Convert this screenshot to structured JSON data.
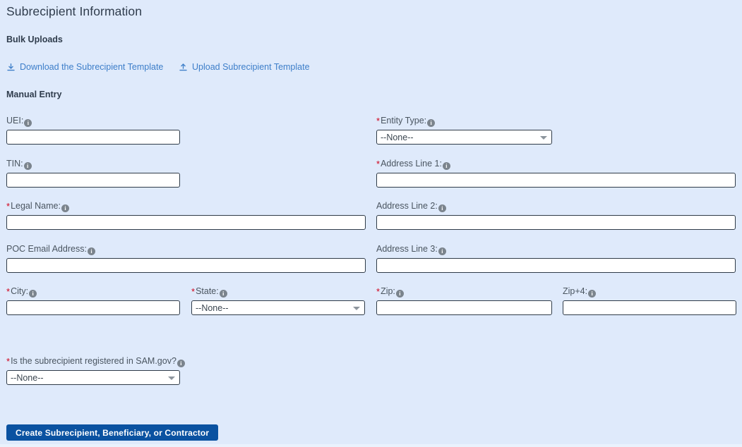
{
  "page": {
    "title": "Subrecipient Information",
    "background_color": "#dfeafb",
    "accent_color": "#0a52a1",
    "link_color": "#3d7ec9",
    "required_marker_color": "#d0021b"
  },
  "sections": {
    "bulk_uploads_label": "Bulk Uploads",
    "manual_entry_label": "Manual Entry"
  },
  "bulk_links": {
    "download": {
      "label": "Download the Subrecipient Template",
      "icon": "download-icon"
    },
    "upload": {
      "label": "Upload Subrecipient Template",
      "icon": "upload-icon"
    }
  },
  "fields": {
    "uei": {
      "label": "UEI:",
      "required": false,
      "value": "",
      "placeholder": "",
      "type": "text"
    },
    "tin": {
      "label": "TIN:",
      "required": false,
      "value": "",
      "placeholder": "",
      "type": "text"
    },
    "legal_name": {
      "label": "Legal Name:",
      "required": true,
      "value": "",
      "placeholder": "",
      "type": "text"
    },
    "poc_email": {
      "label": "POC Email Address:",
      "required": false,
      "value": "",
      "placeholder": "",
      "type": "text"
    },
    "entity_type": {
      "label": "Entity Type:",
      "required": true,
      "value": "--None--",
      "type": "select"
    },
    "address_line_1": {
      "label": "Address Line 1:",
      "required": true,
      "value": "",
      "placeholder": "",
      "type": "text"
    },
    "address_line_2": {
      "label": "Address Line 2:",
      "required": false,
      "value": "",
      "placeholder": "",
      "type": "text"
    },
    "address_line_3": {
      "label": "Address Line 3:",
      "required": false,
      "value": "",
      "placeholder": "",
      "type": "text"
    },
    "city": {
      "label": "City:",
      "required": true,
      "value": "",
      "placeholder": "",
      "type": "text"
    },
    "state": {
      "label": "State:",
      "required": true,
      "value": "--None--",
      "type": "select"
    },
    "zip": {
      "label": "Zip:",
      "required": true,
      "value": "",
      "placeholder": "",
      "type": "text"
    },
    "zip4": {
      "label": "Zip+4:",
      "required": false,
      "value": "",
      "placeholder": "",
      "type": "text"
    },
    "sam_registered": {
      "label": "Is the subrecipient registered in SAM.gov?",
      "required": true,
      "value": "--None--",
      "type": "select"
    }
  },
  "info_icon_glyph": "i",
  "required_glyph": "*",
  "submit": {
    "label": "Create Subrecipient, Beneficiary, or Contractor"
  }
}
